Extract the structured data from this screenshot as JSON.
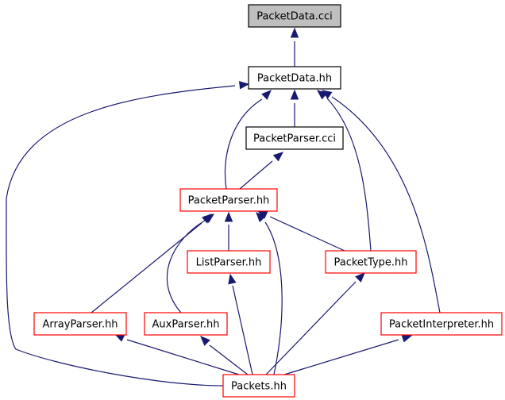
{
  "colors": {
    "edge": "#191970",
    "focus_fill": "#bfbfbf",
    "focus_border": "#000000",
    "plain_border": "#000000",
    "red_border": "#ff0000",
    "node_fill": "#ffffff"
  },
  "nodes": [
    {
      "id": "packetdata-cci",
      "label": "PacketData.cci",
      "style": "focus"
    },
    {
      "id": "packetdata-hh",
      "label": "PacketData.hh",
      "style": "plain"
    },
    {
      "id": "packetparser-cci",
      "label": "PacketParser.cci",
      "style": "plain"
    },
    {
      "id": "packetparser-hh",
      "label": "PacketParser.hh",
      "style": "red"
    },
    {
      "id": "listparser-hh",
      "label": "ListParser.hh",
      "style": "red"
    },
    {
      "id": "packettype-hh",
      "label": "PacketType.hh",
      "style": "red"
    },
    {
      "id": "arrayparser-hh",
      "label": "ArrayParser.hh",
      "style": "red"
    },
    {
      "id": "auxparser-hh",
      "label": "AuxParser.hh",
      "style": "red"
    },
    {
      "id": "packetinterpreter-hh",
      "label": "PacketInterpreter.hh",
      "style": "red"
    },
    {
      "id": "packets-hh",
      "label": "Packets.hh",
      "style": "red"
    }
  ],
  "edges": [
    {
      "from": "packetdata-hh",
      "to": "packetdata-cci"
    },
    {
      "from": "packetparser-cci",
      "to": "packetdata-hh"
    },
    {
      "from": "packetparser-hh",
      "to": "packetdata-hh"
    },
    {
      "from": "packettype-hh",
      "to": "packetdata-hh"
    },
    {
      "from": "packetinterpreter-hh",
      "to": "packetdata-hh"
    },
    {
      "from": "packets-hh",
      "to": "packetdata-hh"
    },
    {
      "from": "packetparser-hh",
      "to": "packetparser-cci"
    },
    {
      "from": "listparser-hh",
      "to": "packetparser-hh"
    },
    {
      "from": "packettype-hh",
      "to": "packetparser-hh"
    },
    {
      "from": "arrayparser-hh",
      "to": "packetparser-hh"
    },
    {
      "from": "auxparser-hh",
      "to": "packetparser-hh"
    },
    {
      "from": "packets-hh",
      "to": "packetparser-hh"
    },
    {
      "from": "packets-hh",
      "to": "listparser-hh"
    },
    {
      "from": "packets-hh",
      "to": "packettype-hh"
    },
    {
      "from": "packets-hh",
      "to": "arrayparser-hh"
    },
    {
      "from": "packets-hh",
      "to": "auxparser-hh"
    },
    {
      "from": "packets-hh",
      "to": "packetinterpreter-hh"
    }
  ]
}
